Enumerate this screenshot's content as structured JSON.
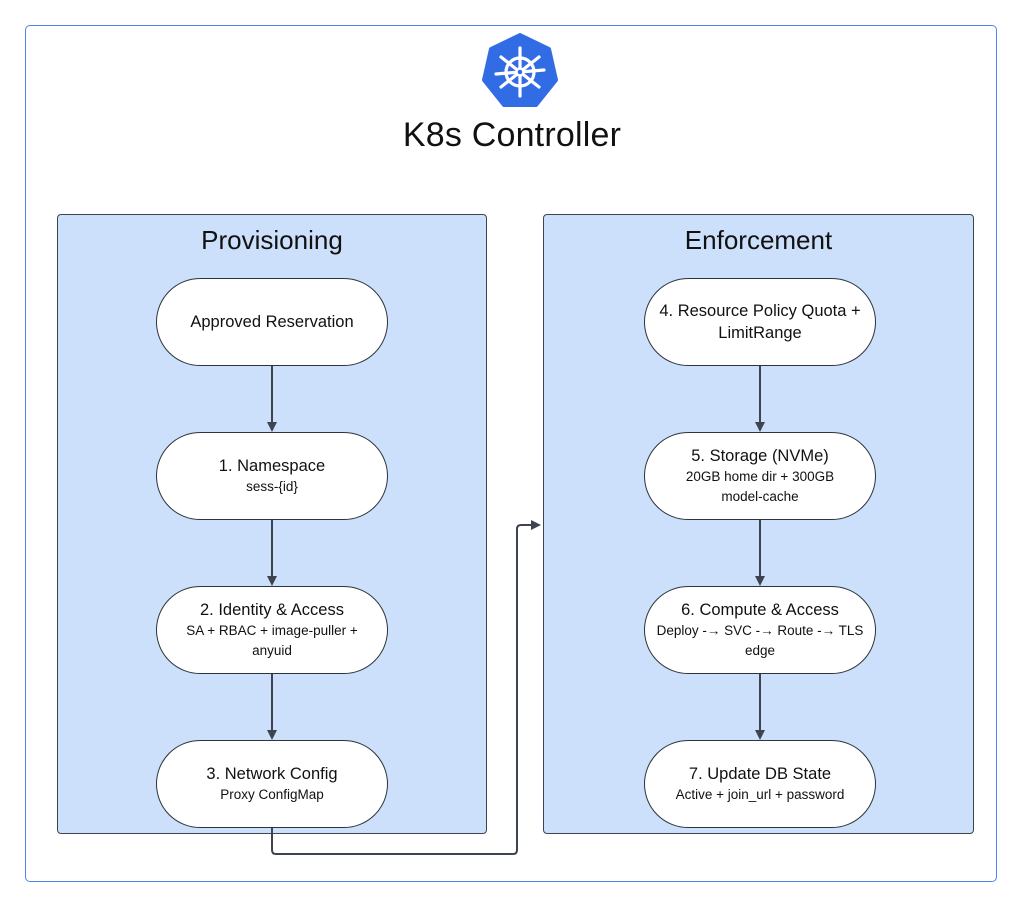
{
  "diagram": {
    "title": "K8s Controller",
    "logo_icon": "kubernetes-helm-icon",
    "colors": {
      "frame_border": "#4f84ea",
      "group_fill": "#cde0fb",
      "logo_fill": "#326ce5",
      "connector": "#3d4450"
    },
    "groups": [
      {
        "title": "Provisioning",
        "nodes": [
          {
            "label": "Approved Reservation",
            "detail": ""
          },
          {
            "label": "1. Namespace",
            "detail": "sess-{id}"
          },
          {
            "label": "2. Identity & Access",
            "detail": "SA + RBAC + image-puller + anyuid"
          },
          {
            "label": "3. Network Config",
            "detail": "Proxy ConfigMap"
          }
        ]
      },
      {
        "title": "Enforcement",
        "nodes": [
          {
            "label": "4. Resource Policy Quota + LimitRange",
            "detail": ""
          },
          {
            "label": "5. Storage (NVMe)",
            "detail": "20GB home dir + 300GB model-cache"
          },
          {
            "label": "6. Compute & Access",
            "detail": "Deploy -→ SVC -→ Route -→ TLS edge"
          },
          {
            "label": "7. Update DB State",
            "detail": "Active + join_url + password"
          }
        ]
      }
    ],
    "edges": [
      {
        "from": "Approved Reservation",
        "to": "1. Namespace"
      },
      {
        "from": "1. Namespace",
        "to": "2. Identity & Access"
      },
      {
        "from": "2. Identity & Access",
        "to": "3. Network Config"
      },
      {
        "from": "3. Network Config",
        "to": "Enforcement"
      },
      {
        "from": "4. Resource Policy Quota + LimitRange",
        "to": "5. Storage (NVMe)"
      },
      {
        "from": "5. Storage (NVMe)",
        "to": "6. Compute & Access"
      },
      {
        "from": "6. Compute & Access",
        "to": "7. Update DB State"
      }
    ]
  }
}
